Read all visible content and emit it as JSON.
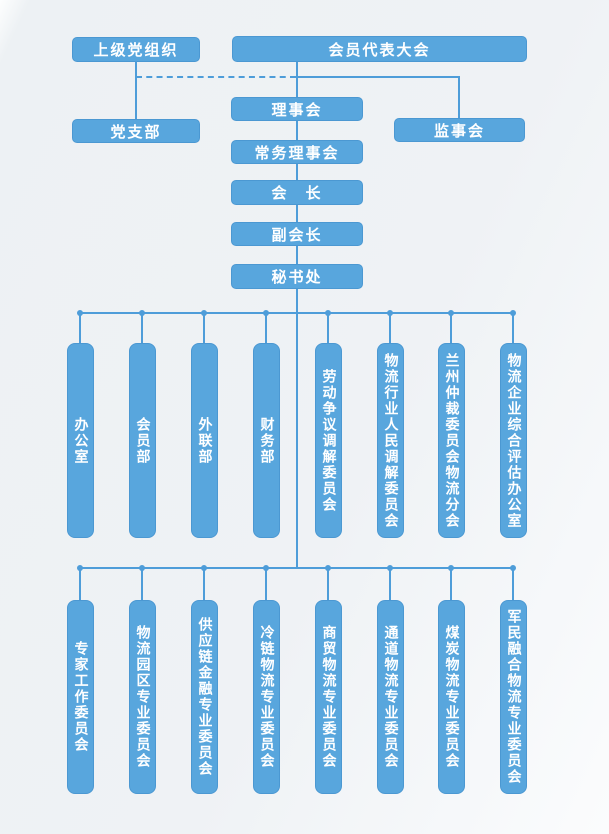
{
  "colors": {
    "box_fill": "#58a6dd",
    "box_border": "#4b98d2",
    "connector_line": "#4e9dd9",
    "text": "#ffffff",
    "background": "#eff2f5"
  },
  "nodes": {
    "superior_party_org": {
      "label": "上级党组织"
    },
    "member_congress": {
      "label": "会员代表大会"
    },
    "party_branch": {
      "label": "党支部"
    },
    "council": {
      "label": "理事会"
    },
    "supervisory_board": {
      "label": "监事会"
    },
    "standing_council": {
      "label": "常务理事会"
    },
    "president": {
      "label": "会　长"
    },
    "vice_president": {
      "label": "副会长"
    },
    "secretariat": {
      "label": "秘书处"
    }
  },
  "departments": {
    "items": [
      {
        "label": "办公室"
      },
      {
        "label": "会员部"
      },
      {
        "label": "外联部"
      },
      {
        "label": "财务部"
      },
      {
        "label": "劳动争议调解委员会"
      },
      {
        "label": "物流行业人民调解委员会"
      },
      {
        "label": "兰州仲裁委员会物流分会"
      },
      {
        "label": "物流企业综合评估办公室"
      }
    ]
  },
  "committees": {
    "items": [
      {
        "label": "专家工作委员会"
      },
      {
        "label": "物流园区专业委员会"
      },
      {
        "label": "供应链金融专业委员会"
      },
      {
        "label": "冷链物流专业委员会"
      },
      {
        "label": "商贸物流专业委员会"
      },
      {
        "label": "通道物流专业委员会"
      },
      {
        "label": "煤炭物流专业委员会"
      },
      {
        "label": "军民融合物流专业委员会"
      }
    ]
  }
}
